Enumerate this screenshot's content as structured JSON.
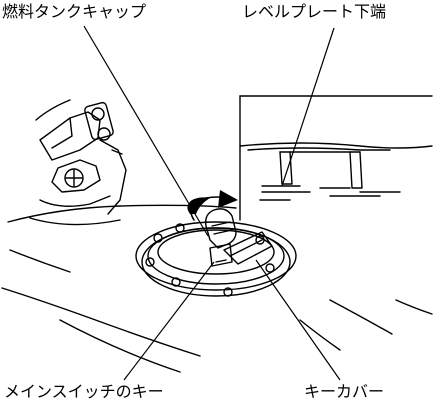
{
  "labels": {
    "fuel_tank_cap": "燃料タンクキャップ",
    "level_plate_bottom": "レベルプレート下端",
    "main_switch_key": "メインスイッチのキー",
    "key_cover": "キーカバー"
  },
  "colors": {
    "ink": "#000000",
    "background": "#ffffff"
  }
}
